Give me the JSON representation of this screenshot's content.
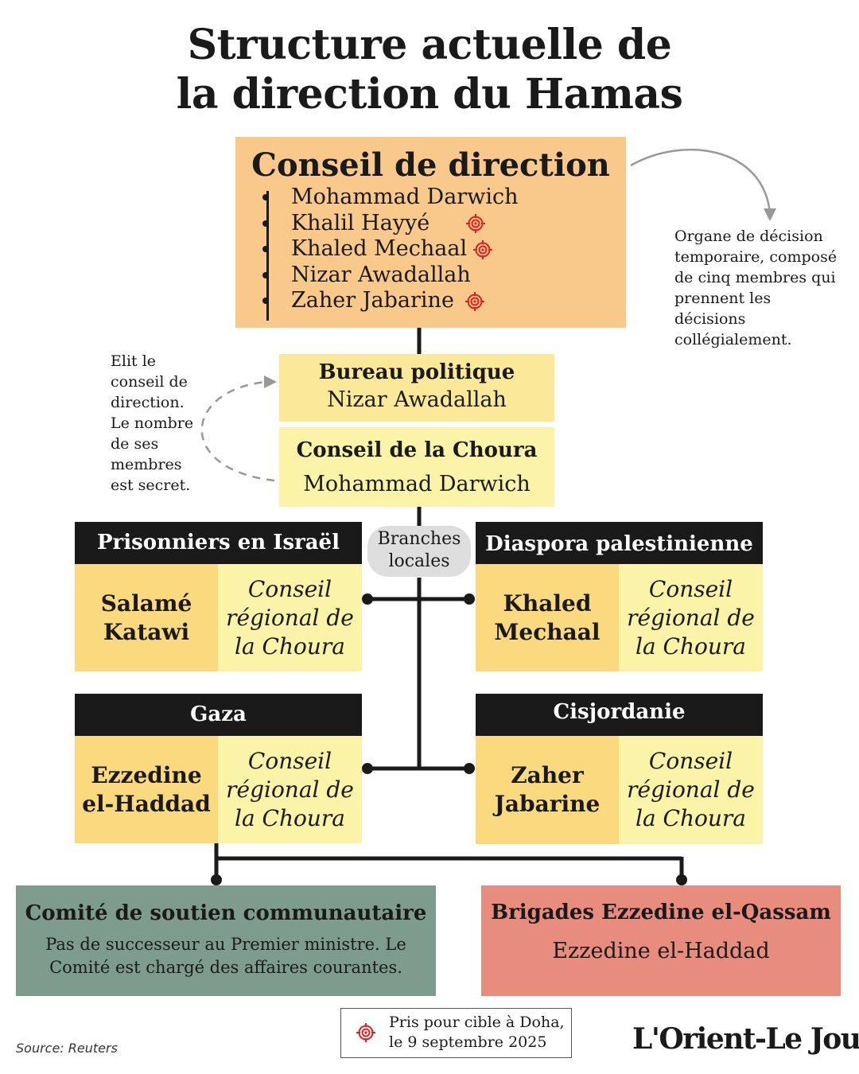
{
  "title": {
    "line1": "Structure actuelle de",
    "line2": "la direction du Hamas"
  },
  "leadership_council": {
    "title": "Conseil de direction",
    "members": [
      {
        "name": "Mohammad Darwich",
        "targeted": false
      },
      {
        "name": "Khalil Hayyé",
        "targeted": true
      },
      {
        "name": "Khaled Mechaal",
        "targeted": true
      },
      {
        "name": "Nizar Awadallah",
        "targeted": false
      },
      {
        "name": "Zaher Jabarine",
        "targeted": true
      }
    ],
    "note": [
      "Organe de décision",
      "temporaire, composé",
      "de cinq membres qui",
      "prennent les",
      "décisions",
      "collégialement."
    ]
  },
  "political_bureau": {
    "title": "Bureau politique",
    "head": "Nizar Awadallah",
    "note": [
      "Elit le",
      "conseil de",
      "direction.",
      "Le nombre",
      "de ses",
      "membres",
      "est secret."
    ]
  },
  "shura_council": {
    "title": "Conseil de la Choura",
    "head": "Mohammad Darwich"
  },
  "local_branches": {
    "label_line1": "Branches",
    "label_line2": "locales"
  },
  "regions": {
    "prisoners": {
      "title": "Prisonniers en Israël",
      "leader_line1": "Salamé",
      "leader_line2": "Katawi",
      "council": [
        "Conseil",
        "régional de",
        "la Choura"
      ]
    },
    "diaspora": {
      "title": "Diaspora palestinienne",
      "leader_line1": "Khaled",
      "leader_line2": "Mechaal",
      "council": [
        "Conseil",
        "régional de",
        "la Choura"
      ]
    },
    "gaza": {
      "title": "Gaza",
      "leader_line1": "Ezzedine",
      "leader_line2": "el-Haddad",
      "council": [
        "Conseil",
        "régional de",
        "la Choura"
      ]
    },
    "west_bank": {
      "title": "Cisjordanie",
      "leader_line1": "Zaher",
      "leader_line2": "Jabarine",
      "council": [
        "Conseil",
        "régional de",
        "la Choura"
      ]
    }
  },
  "community_committee": {
    "title": "Comité de soutien communautaire",
    "text_line1": "Pas de successeur au Premier ministre. Le",
    "text_line2": "Comité est chargé des affaires courantes."
  },
  "qassam_brigades": {
    "title": "Brigades Ezzedine el-Qassam",
    "head": "Ezzedine el-Haddad"
  },
  "legend": {
    "line1": "Pris pour cible à Doha,",
    "line2": "le 9 septembre 2025",
    "icon": "target-icon"
  },
  "source": "Source: Reuters",
  "logo": "L'Orient-Le Jour",
  "colors": {
    "council": "#f9c88b",
    "bureau": "#fbe898",
    "regional_leader": "#fbd97f",
    "regional_council": "#fbf3a8",
    "community": "#7d9c8e",
    "brigades": "#e88c7d",
    "target": "#e02020"
  }
}
